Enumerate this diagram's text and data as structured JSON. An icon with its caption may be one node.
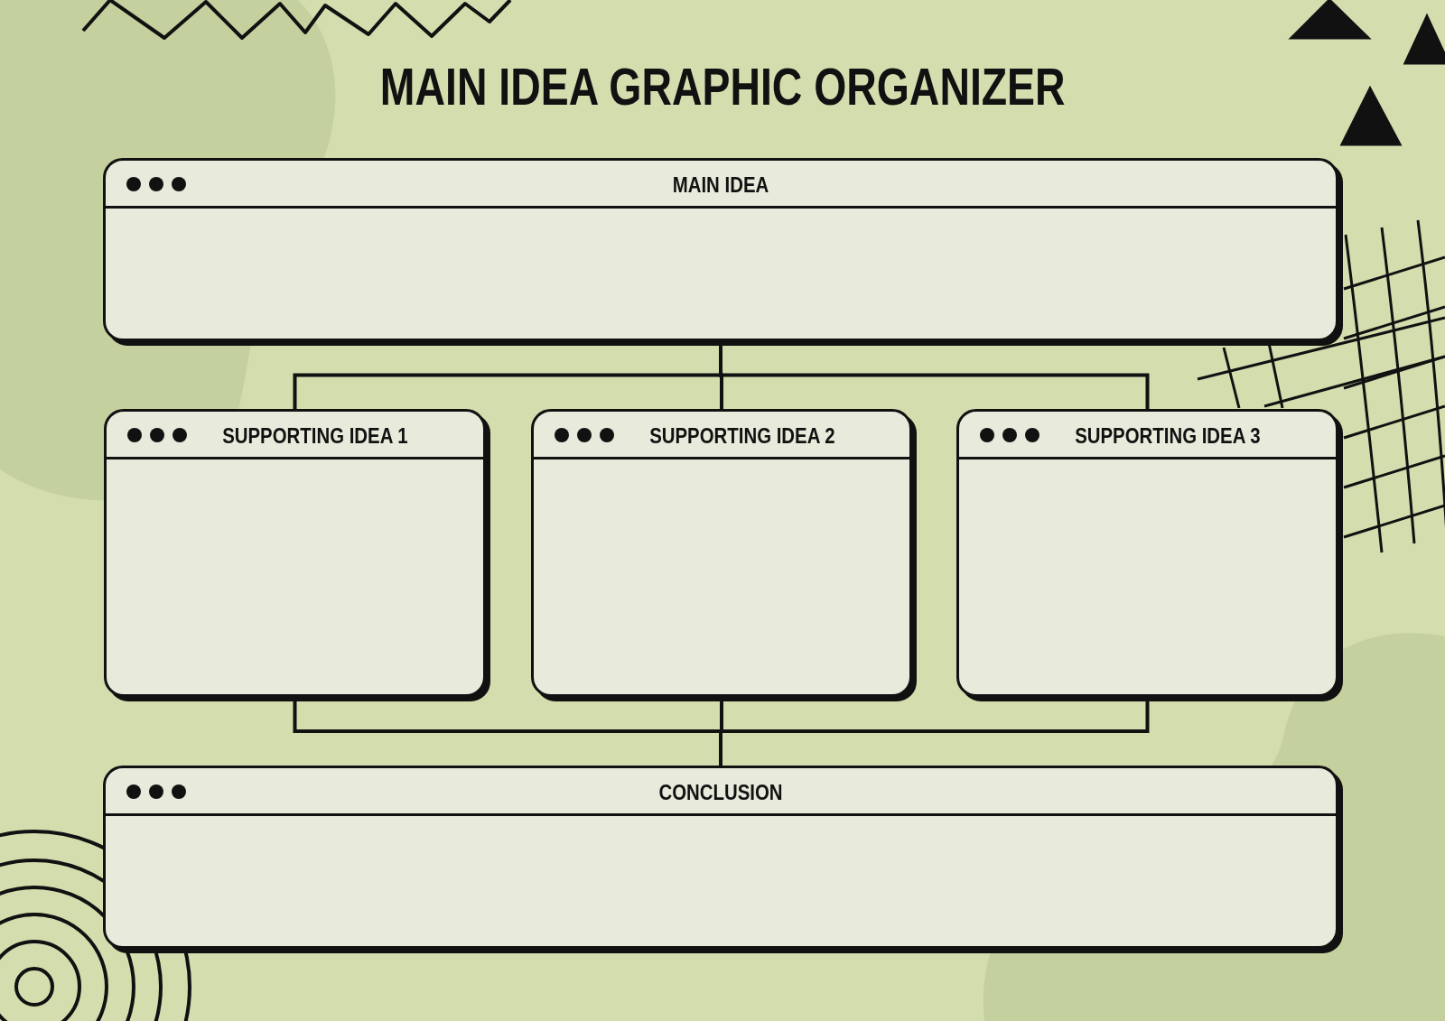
{
  "diagram": {
    "title": "MAIN IDEA GRAPHIC ORGANIZER",
    "nodes": [
      {
        "text": [
          "MAIN IDEA"
        ]
      },
      {
        "text": [
          "SUPPORTING IDEA 1"
        ]
      },
      {
        "text": [
          "SUPPORTING IDEA 2"
        ]
      },
      {
        "text": [
          "SUPPORTING IDEA 3"
        ]
      },
      {
        "text": [
          "CONCLUSION"
        ]
      }
    ],
    "edges": [
      {
        "from": 0,
        "to": 1,
        "arrow": "none"
      },
      {
        "from": 0,
        "to": 2,
        "arrow": "none"
      },
      {
        "from": 0,
        "to": 3,
        "arrow": "none"
      },
      {
        "from": 1,
        "to": 4,
        "arrow": "none"
      },
      {
        "from": 2,
        "to": 4,
        "arrow": "none"
      },
      {
        "from": 3,
        "to": 4,
        "arrow": "none"
      }
    ]
  }
}
